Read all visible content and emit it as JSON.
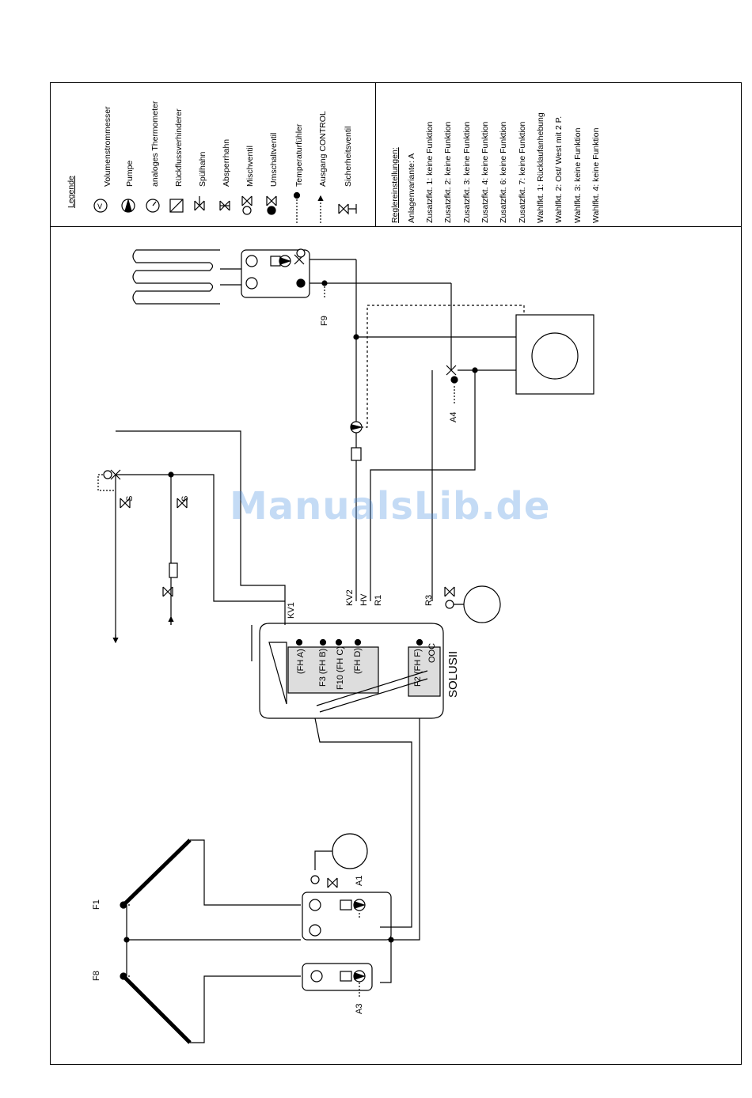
{
  "legend": {
    "title": "Legende",
    "items": [
      "Volumenstrommesser",
      "Pumpe",
      "analoges Thermometer",
      "Rückflussverhinderer",
      "Spülhahn",
      "Absperrhahn",
      "Mischventil",
      "Umschaltventil",
      "Temperaturfühler",
      "Ausgang CONTROL",
      "Sicherheitsventil"
    ]
  },
  "settings": {
    "title": "Reglereinstellungen:",
    "items": [
      "Anlagenvariante: A",
      "Zusatzfkt. 1: keine Funktion",
      "Zusatzfkt. 2: keine Funktion",
      "Zusatzfkt. 3: keine Funktion",
      "Zusatzfkt. 4: keine Funktion",
      "Zusatzfkt. 6: keine Funktion",
      "Zusatzfkt. 7: keine Funktion",
      "Wahlfkt. 1: Rücklaufanhebung",
      "Wahlfkt. 2: Ost/ West mit 2 P.",
      "Wahlfkt. 3: keine Funktion",
      "Wahlfkt. 4: keine Funktion"
    ]
  },
  "labels": {
    "kv1": "KV1",
    "kv2": "KV2",
    "hv": "HV",
    "r1": "R1",
    "r3": "R3",
    "fha": "(FH A)",
    "fhb": "F3 (FH B)",
    "fhc": "F10 (FH C)",
    "fhd": "(FH D)",
    "fhf": "(FH F)",
    "f2": "F2",
    "ooc": "OOC",
    "tank": "SOLUSII",
    "f9": "F9",
    "a4": "A4",
    "a1": "A1",
    "a3": "A3",
    "f1": "F1",
    "f8": "F8",
    "s1": "S",
    "s2": "S"
  },
  "watermark": "ManualsLib.de"
}
